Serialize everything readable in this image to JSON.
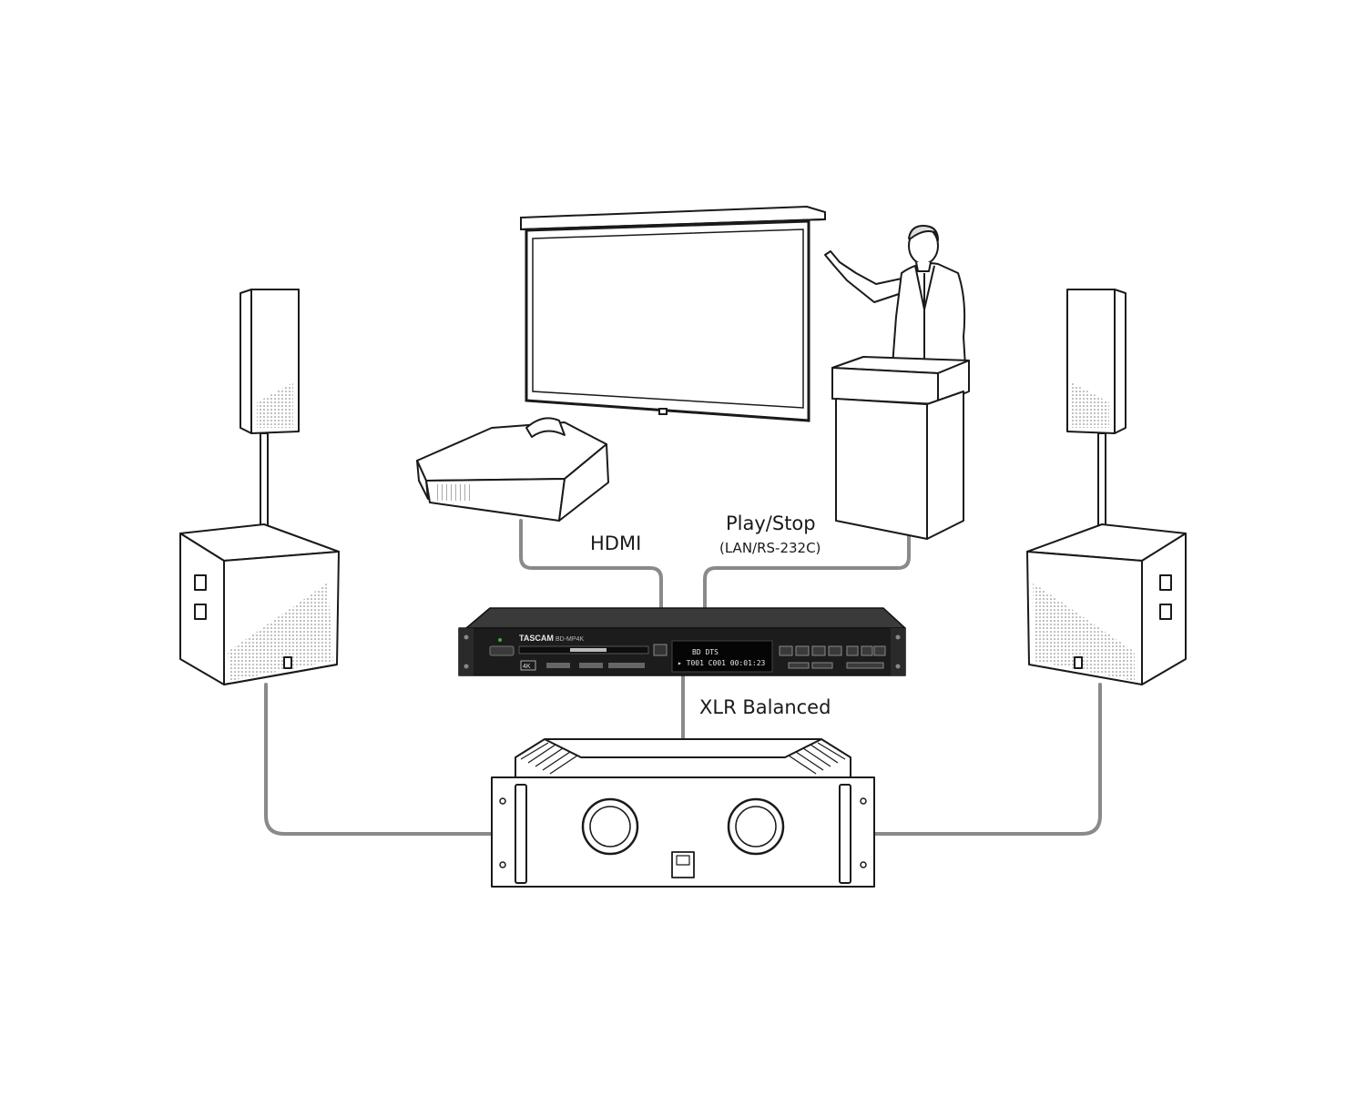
{
  "labels": {
    "hdmi": "HDMI",
    "play_stop": "Play/Stop",
    "play_stop_protocol": "(LAN/RS-232C)",
    "xlr": "XLR Balanced"
  },
  "player": {
    "brand": "TASCAM",
    "model": "BD-MP4K",
    "badge": "4K",
    "display_line1": "BD  DTS",
    "display_line2": "▸ T001 C001 00:01:23"
  },
  "colors": {
    "cable": "#8a8a8a",
    "outline": "#1a1a1a",
    "player_body": "#1c1c1c",
    "display_text": "#e6e6e6"
  }
}
